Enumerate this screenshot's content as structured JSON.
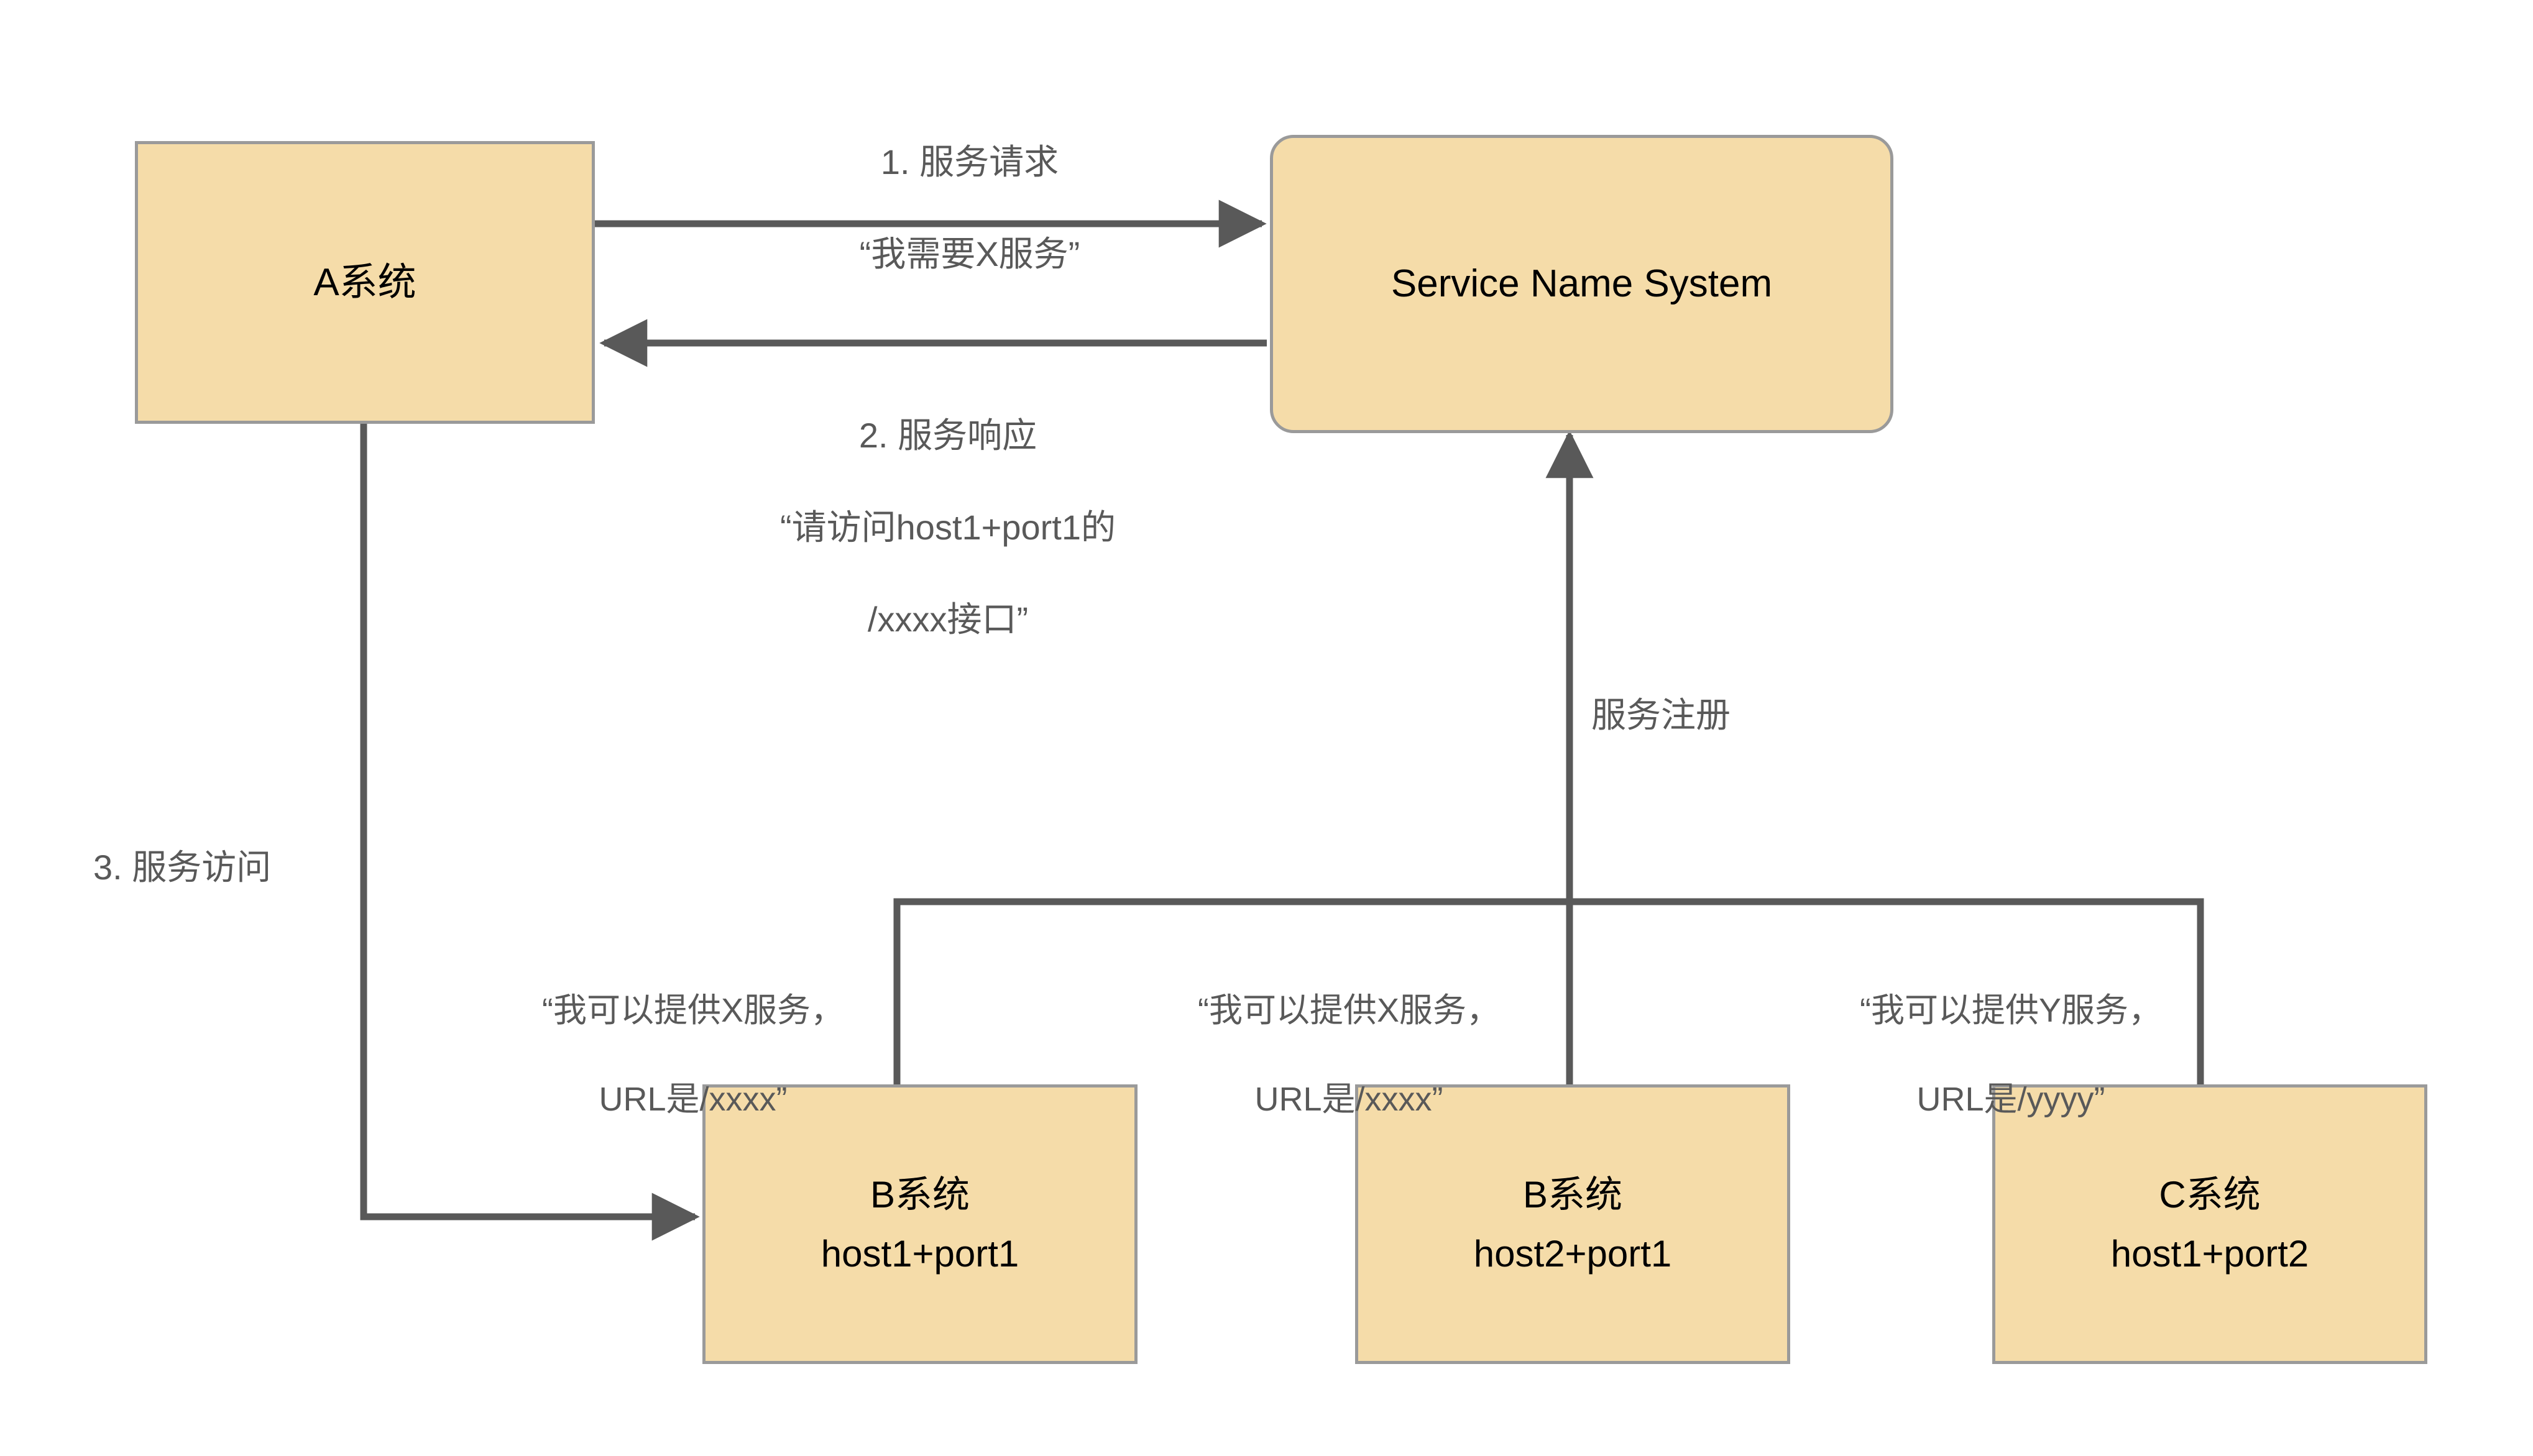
{
  "diagram": {
    "background_color": "#ffffff",
    "node_fill_color": "#f5dca9",
    "node_border_color": "#9a9a9a",
    "connector_color": "#595959",
    "label_text_color": "#595959",
    "node_text_color": "#000000"
  },
  "nodes": {
    "a_system": {
      "label": "A系统",
      "shape": "rectangle"
    },
    "service_name_system": {
      "label": "Service Name System",
      "shape": "rounded-rectangle"
    },
    "b_system_1": {
      "name": "B系统",
      "address": "host1+port1",
      "shape": "rectangle"
    },
    "b_system_2": {
      "name": "B系统",
      "address": "host2+port1",
      "shape": "rectangle"
    },
    "c_system_1": {
      "name": "C系统",
      "address": "host1+port2",
      "shape": "rectangle"
    }
  },
  "edges": {
    "request": {
      "step": "1. 服务请求",
      "quote": "“我需要X服务”",
      "from": "A系统",
      "to": "Service Name System",
      "direction": "right"
    },
    "response": {
      "step": "2. 服务响应",
      "quote_line1": "“请访问host1+port1的",
      "quote_line2": "/xxxx接口”",
      "from": "Service Name System",
      "to": "A系统",
      "direction": "left"
    },
    "access": {
      "step": "3. 服务访问",
      "from": "A系统",
      "to": "B系统 host1+port1",
      "direction": "right"
    },
    "register": {
      "label": "服务注册",
      "from": "providers",
      "to": "Service Name System",
      "direction": "up"
    },
    "register_b1": {
      "quote_line1": "“我可以提供X服务，",
      "quote_line2": "URL是/xxxx”"
    },
    "register_b2": {
      "quote_line1": "“我可以提供X服务，",
      "quote_line2": "URL是/xxxx”"
    },
    "register_c1": {
      "quote_line1": "“我可以提供Y服务，",
      "quote_line2": "URL是/yyyy”"
    }
  }
}
